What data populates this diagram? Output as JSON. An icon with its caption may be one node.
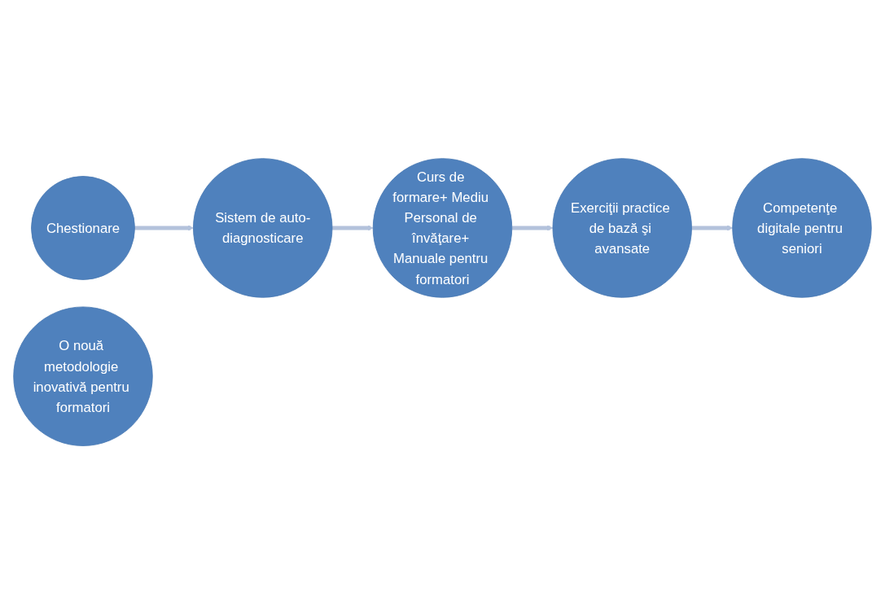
{
  "diagram": {
    "nodes": [
      {
        "text": [
          "Chestionare"
        ]
      },
      {
        "text": [
          "Sistem de auto-diagnosticare"
        ]
      },
      {
        "text": [
          "Curs de formare+ Mediu Personal de învăţare+ Manuale pentru formatori"
        ]
      },
      {
        "text": [
          "Exerciţii practice de bază şi avansate"
        ]
      },
      {
        "text": [
          "Competenţe digitale pentru seniori"
        ]
      },
      {
        "text": [
          "O nouă metodologie inovativă pentru formatori"
        ]
      }
    ],
    "edges": [
      {
        "from": 0,
        "to": 1,
        "arrow": "to"
      },
      {
        "from": 1,
        "to": 2,
        "arrow": "to"
      },
      {
        "from": 2,
        "to": 3,
        "arrow": "to"
      },
      {
        "from": 3,
        "to": 4,
        "arrow": "to"
      }
    ]
  }
}
